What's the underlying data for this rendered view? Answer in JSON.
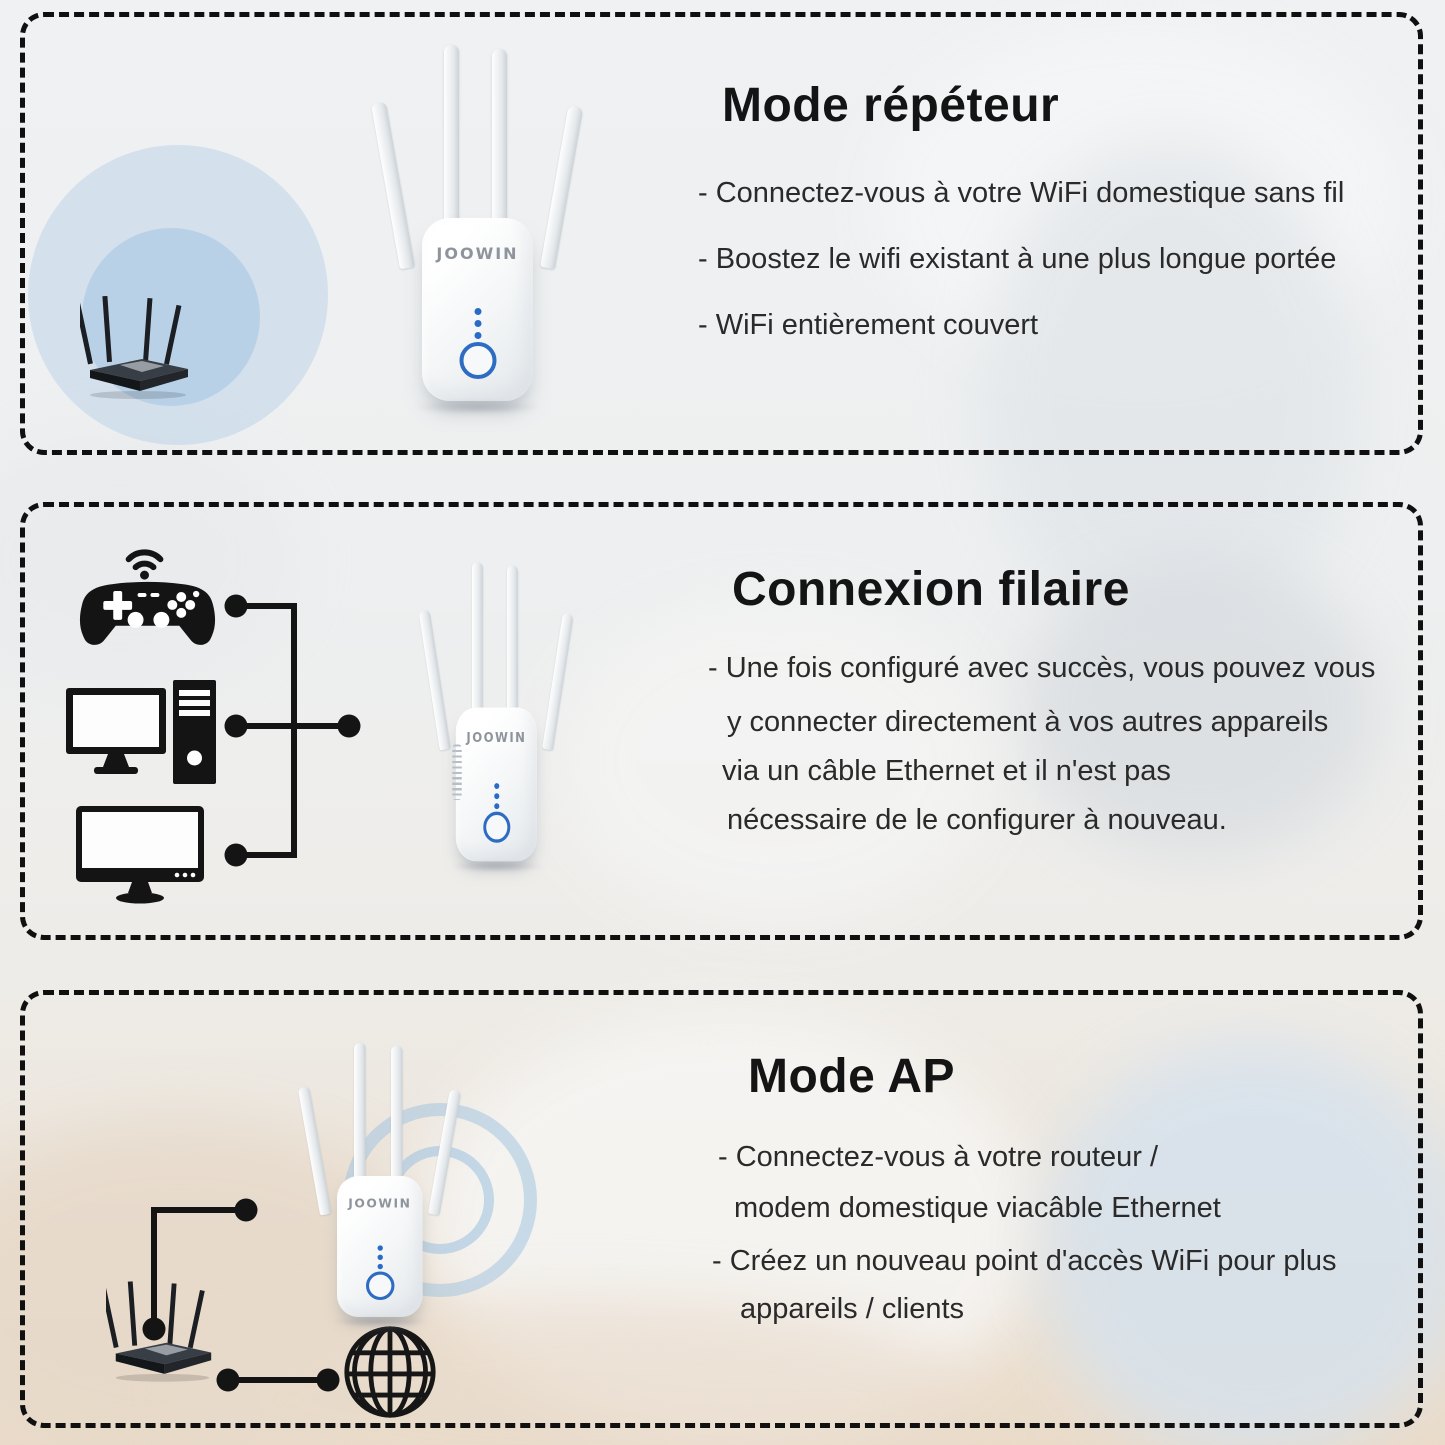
{
  "brand": "JOOWIN",
  "sections": [
    {
      "title": "Mode répéteur",
      "bullets": [
        "- Connectez-vous à votre WiFi domestique sans fil",
        "- Boostez le wifi existant à une plus longue portée",
        "- WiFi entièrement couvert"
      ]
    },
    {
      "title": "Connexion filaire",
      "bullets": [
        "- Une fois configuré avec succès, vous pouvez vous",
        "y connecter directement à vos autres appareils",
        "via un câble Ethernet et il n'est pas",
        "nécessaire de le configurer à nouveau."
      ]
    },
    {
      "title": "Mode AP",
      "bullets": [
        "- Connectez-vous à votre routeur /",
        "modem domestique viacâble Ethernet",
        "- Créez un nouveau point d'accès WiFi pour plus",
        "appareils / clients"
      ]
    }
  ],
  "colors": {
    "accent_blue": "#2e6cc4",
    "led_blue": "#2a6bc8",
    "wifi_circle_blue": "#acc9e5",
    "icon_black": "#141414",
    "logo_gray": "#8e949c",
    "text_dark": "#2a2a2a",
    "border_black": "#101010"
  },
  "icons": {
    "gamepad": "game-controller-icon",
    "desktop": "desktop-computer-icon",
    "monitor": "tv-monitor-icon",
    "globe": "internet-globe-icon",
    "router": "router-icon",
    "wifi": "wifi-signal-icon"
  }
}
